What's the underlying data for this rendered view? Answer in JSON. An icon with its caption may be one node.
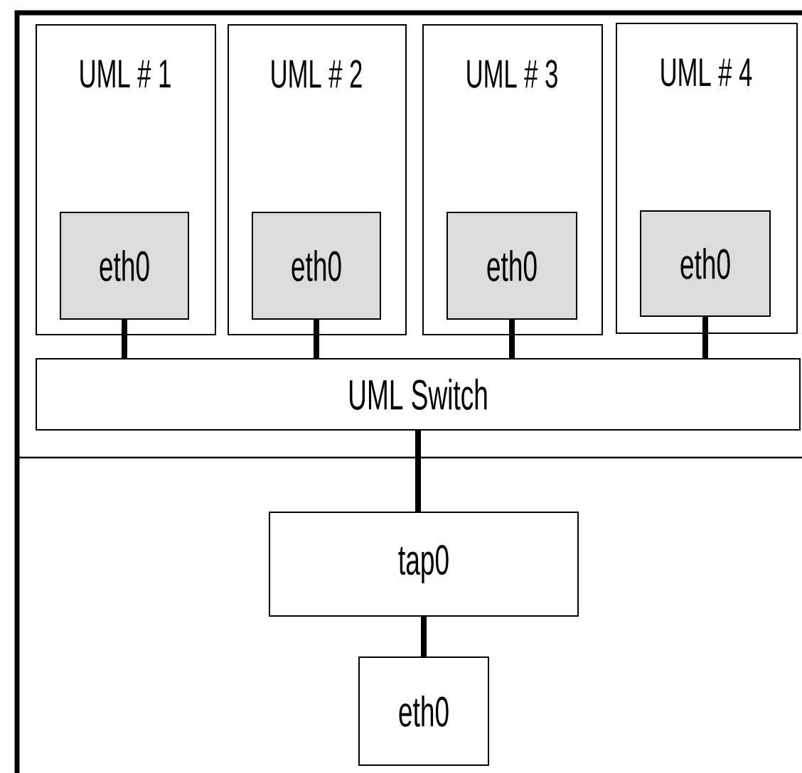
{
  "diagram": {
    "nodes": [
      {
        "text": [
          "UML # 1"
        ]
      },
      {
        "text": [
          "eth0"
        ],
        "in": 0
      },
      {
        "text": [
          "UML # 2"
        ]
      },
      {
        "text": [
          "eth0"
        ],
        "in": 2
      },
      {
        "text": [
          "UML # 3"
        ]
      },
      {
        "text": [
          "eth0"
        ],
        "in": 4
      },
      {
        "text": [
          "UML # 4"
        ]
      },
      {
        "text": [
          "eth0"
        ],
        "in": 6
      },
      {
        "text": [
          "UML Switch"
        ]
      },
      {
        "text": [
          "tap0"
        ]
      },
      {
        "text": [
          "eth0"
        ]
      }
    ],
    "edges": [
      {
        "from": 1,
        "to": 8,
        "arrow": "none"
      },
      {
        "from": 3,
        "to": 8,
        "arrow": "none"
      },
      {
        "from": 5,
        "to": 8,
        "arrow": "none"
      },
      {
        "from": 7,
        "to": 8,
        "arrow": "none"
      },
      {
        "from": 8,
        "to": 9,
        "arrow": "none"
      },
      {
        "from": 9,
        "to": 10,
        "arrow": "none"
      }
    ]
  }
}
